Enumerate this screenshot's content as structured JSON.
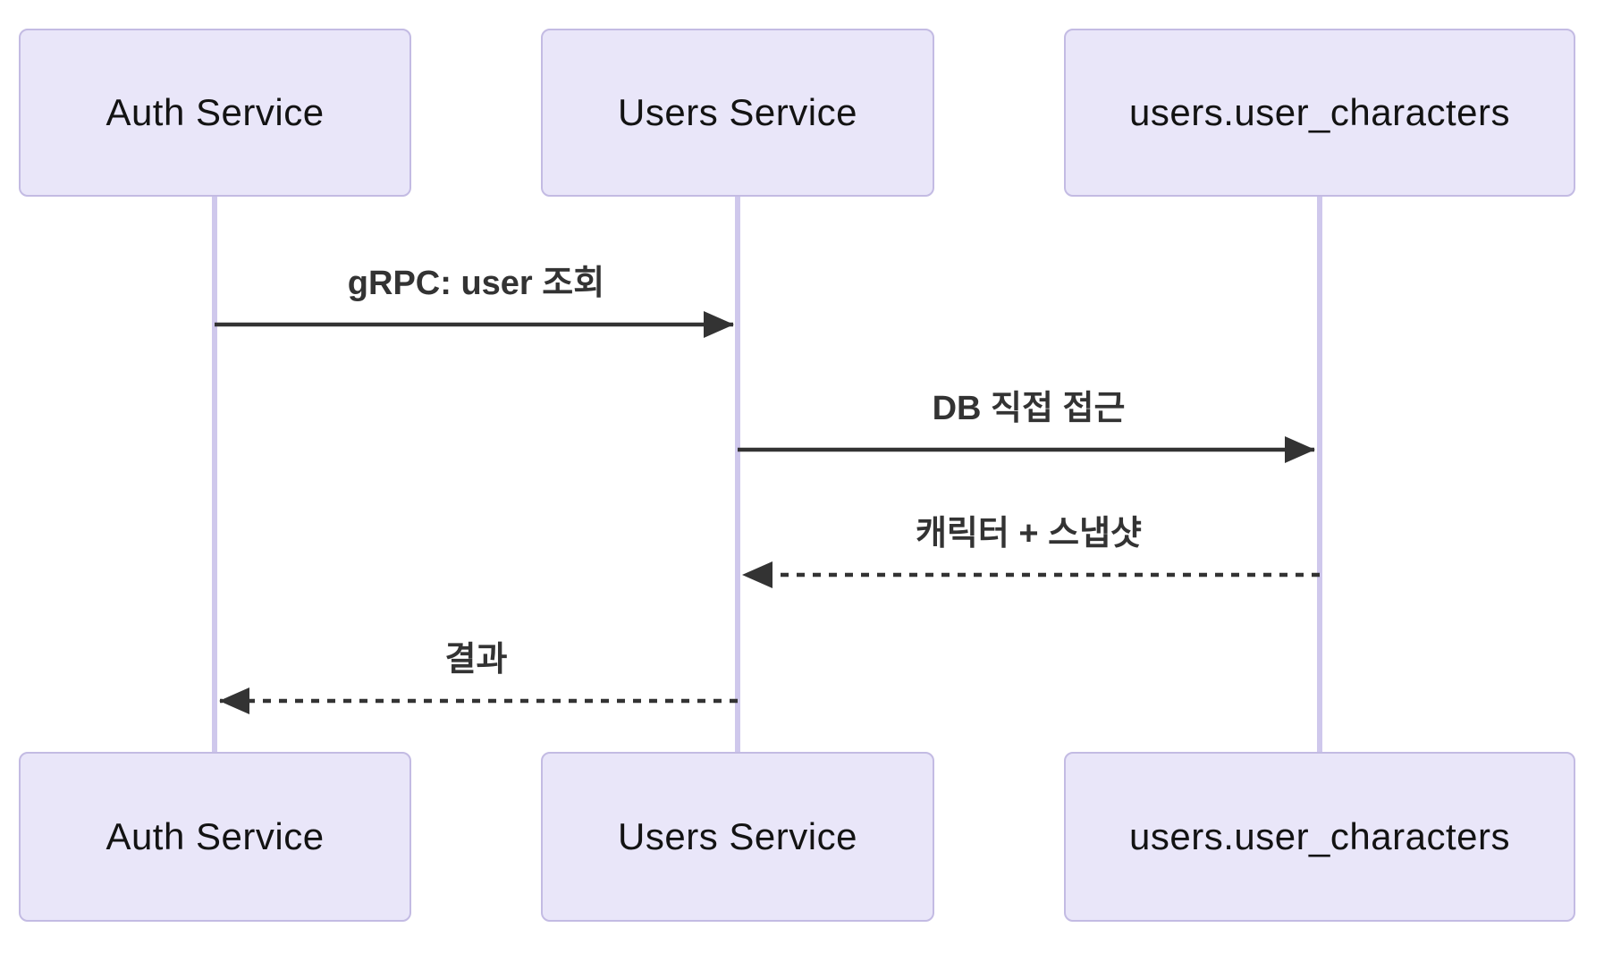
{
  "diagram": {
    "type": "sequence-diagram",
    "participants": [
      {
        "id": "auth",
        "label": "Auth Service"
      },
      {
        "id": "users",
        "label": "Users Service"
      },
      {
        "id": "db",
        "label": "users.user_characters"
      }
    ],
    "messages": [
      {
        "from": "auth",
        "to": "users",
        "label": "gRPC: user 조회",
        "line": "solid",
        "direction": "right"
      },
      {
        "from": "users",
        "to": "db",
        "label": "DB 직접 접근",
        "line": "solid",
        "direction": "right"
      },
      {
        "from": "db",
        "to": "users",
        "label": "캐릭터 + 스냅샷",
        "line": "dashed",
        "direction": "left"
      },
      {
        "from": "users",
        "to": "auth",
        "label": "결과",
        "line": "dashed",
        "direction": "left"
      }
    ],
    "colors": {
      "actor_fill": "#E9E6F9",
      "actor_border": "#C3BBE3",
      "lifeline": "#CFC8EC",
      "message": "#333333",
      "actor_text": "#131313",
      "background": "#ffffff"
    }
  }
}
